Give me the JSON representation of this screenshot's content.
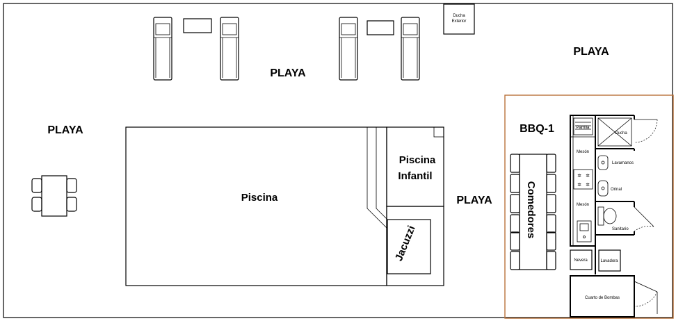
{
  "labels": {
    "playa_top_center": "PLAYA",
    "playa_top_right": "PLAYA",
    "playa_left": "PLAYA",
    "playa_center_right": "PLAYA",
    "ducha_exterior_line1": "Ducha",
    "ducha_exterior_line2": "Exterior",
    "piscina": "Piscina",
    "piscina_infantil_line1": "Piscina",
    "piscina_infantil_line2": "Infantil",
    "jacuzzi": "Jacuzzi",
    "bbq": "BBQ-1",
    "comedores": "Comedores",
    "parrilla": "Parrilla",
    "ducha": "Ducha",
    "meson_1": "Mesón",
    "meson_2": "Mesón",
    "lavamanos": "Lavamanos",
    "orinal": "Orinal",
    "sanitario": "Sanitario",
    "nevera": "Nevera",
    "lavadora": "Lavadora",
    "cuarto_de_bombas": "Cuarto de Bombas"
  }
}
